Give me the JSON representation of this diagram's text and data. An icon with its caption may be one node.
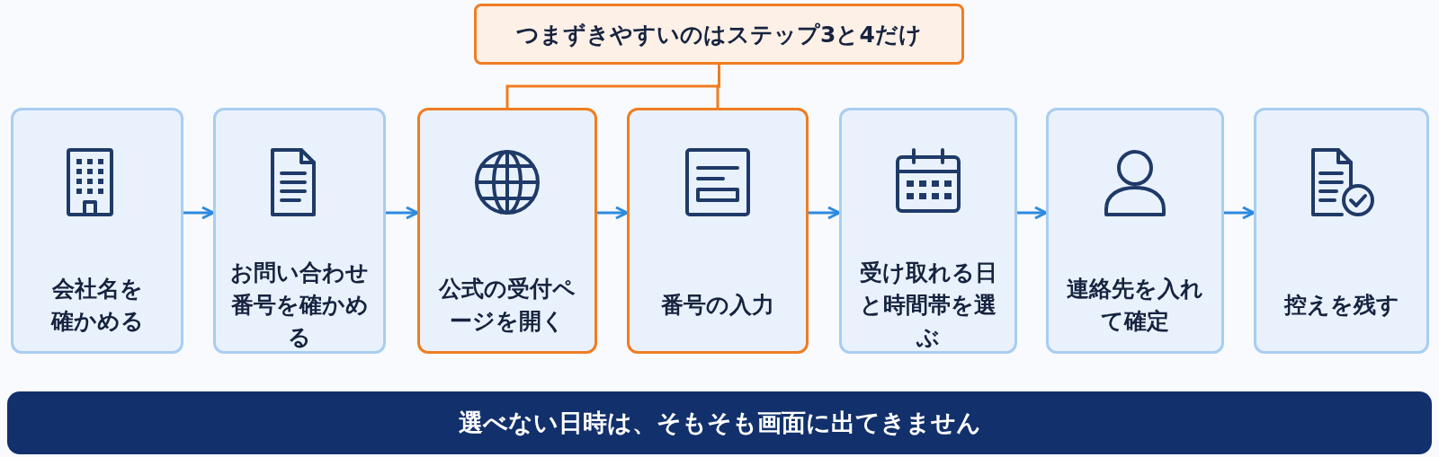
{
  "diagram": {
    "nodes": [
      {
        "text": [
          "つまずきやすいのはステップ3と4だけ"
        ]
      },
      {
        "text": [
          "会社名を確かめる"
        ]
      },
      {
        "text": [
          "お問い合わせ番号を確かめる"
        ]
      },
      {
        "text": [
          "公式の受付ページを開く"
        ]
      },
      {
        "text": [
          "番号の入力"
        ]
      },
      {
        "text": [
          "受け取れる日と時間帯を選ぶ"
        ]
      },
      {
        "text": [
          "連絡先を入れて確定"
        ]
      },
      {
        "text": [
          "控えを残す"
        ]
      },
      {
        "text": [
          "選べない日時は、そもそも画面に出てきません"
        ]
      }
    ],
    "edges": [
      {
        "from": 0,
        "to": 3,
        "arrow": "none",
        "color": "#ef7d22"
      },
      {
        "from": 0,
        "to": 4,
        "arrow": "none",
        "color": "#ef7d22"
      },
      {
        "from": 1,
        "to": 2,
        "arrow": "to"
      },
      {
        "from": 2,
        "to": 3,
        "arrow": "to"
      },
      {
        "from": 3,
        "to": 4,
        "arrow": "to"
      },
      {
        "from": 4,
        "to": 5,
        "arrow": "to"
      },
      {
        "from": 5,
        "to": 6,
        "arrow": "to"
      },
      {
        "from": 6,
        "to": 7,
        "arrow": "to"
      }
    ]
  }
}
